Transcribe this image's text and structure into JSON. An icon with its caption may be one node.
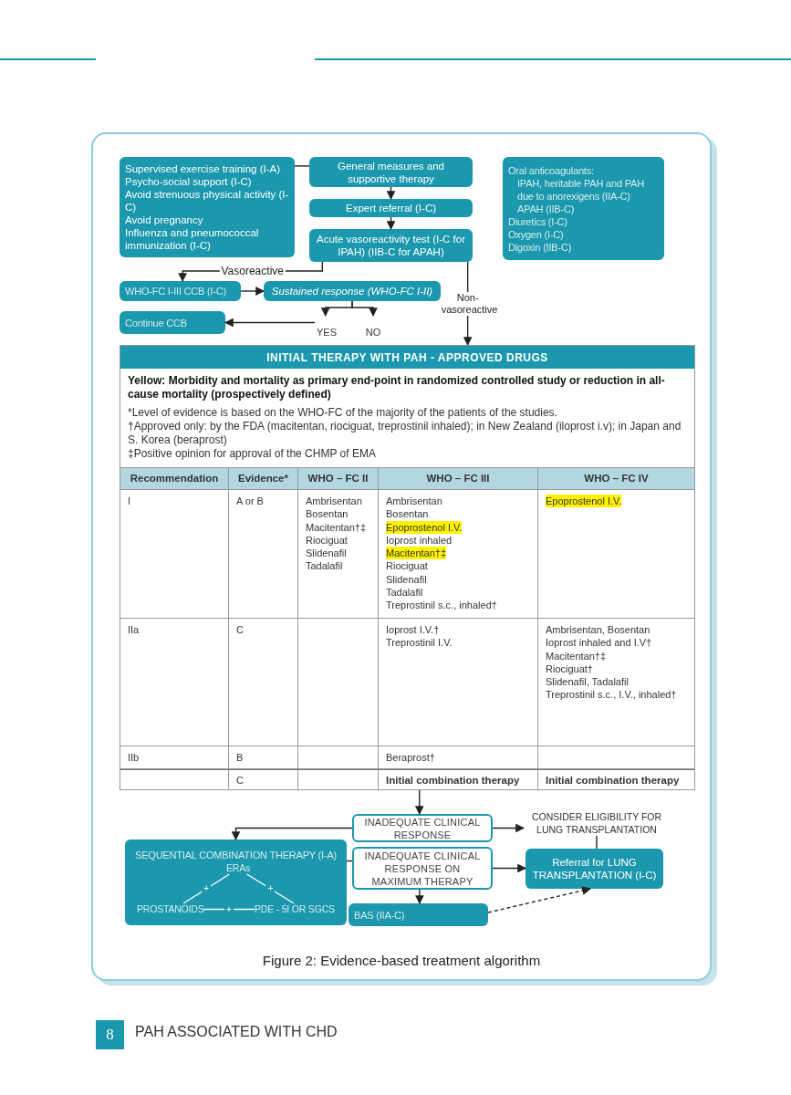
{
  "diagram": {
    "caption": "Figure 2: Evidence-based treatment algorithm",
    "nodes": [
      {
        "text": [
          "Supervised exercise training (I-A)",
          "Psycho-social support (I-C)",
          "Avoid strenuous physical activity (I-C)",
          "Avoid pregnancy",
          "Influenza and pneumococcal immunization (I-C)"
        ]
      },
      {
        "text": [
          "General measures and supportive therapy"
        ]
      },
      {
        "text": [
          "Expert referral (I-C)"
        ]
      },
      {
        "text": [
          "Acute vasoreactivity test (I-C for IPAH) (IIB-C for APAH)"
        ]
      },
      {
        "text": [
          "Oral anticoagulants:",
          "IPAH, heritable PAH and PAH due to anorexigens (IIA-C)",
          "APAH (IIB-C)",
          "Diuretics (I-C)",
          "Oxygen (I-C)",
          "Digoxin (IIB-C)"
        ]
      },
      {
        "text": [
          "WHO-FC I-III CCB (I-C)"
        ]
      },
      {
        "text": [
          "Sustained response (WHO-FC I-II)"
        ]
      },
      {
        "text": [
          "Continue CCB"
        ]
      },
      {
        "text": [
          "YES"
        ]
      },
      {
        "text": [
          "NO"
        ]
      },
      {
        "text": [
          "INITIAL THERAPY WITH PAH - APPROVED DRUGS"
        ]
      },
      {
        "text": [
          "INADEQUATE CLINICAL RESPONSE"
        ]
      },
      {
        "text": [
          "CONSIDER ELIGIBILITY FOR LUNG TRANSPLANTATION"
        ]
      },
      {
        "text": [
          "SEQUENTIAL COMBINATION THERAPY (I-A)"
        ]
      },
      {
        "text": [
          "ERAs"
        ],
        "in": 13
      },
      {
        "text": [
          "PROSTANOIDS"
        ],
        "in": 13
      },
      {
        "text": [
          "PDE - 5I OR SGCS"
        ],
        "in": 13
      },
      {
        "text": [
          "INADEQUATE CLINICAL RESPONSE ON MAXIMUM THERAPY"
        ]
      },
      {
        "text": [
          "Referral for LUNG TRANSPLANTATION (I-C)"
        ]
      },
      {
        "text": [
          "BAS (IIA-C)"
        ]
      }
    ],
    "edges": [
      {
        "from": 0,
        "to": 1,
        "arrow": "none"
      },
      {
        "from": 1,
        "to": 2,
        "arrow": "to"
      },
      {
        "from": 2,
        "to": 3,
        "arrow": "to"
      },
      {
        "from": 3,
        "to": 5,
        "arrow": "to",
        "label": "Vasoreactive"
      },
      {
        "from": 3,
        "to": 10,
        "arrow": "to",
        "label": "Non-vasoreactive"
      },
      {
        "from": 5,
        "to": 6,
        "arrow": "to"
      },
      {
        "from": 6,
        "to": 8,
        "arrow": "to"
      },
      {
        "from": 6,
        "to": 9,
        "arrow": "to"
      },
      {
        "from": 8,
        "to": 7,
        "arrow": "to"
      },
      {
        "from": 10,
        "to": 11,
        "arrow": "to"
      },
      {
        "from": 11,
        "to": 13,
        "arrow": "to"
      },
      {
        "from": 11,
        "to": 12,
        "arrow": "to"
      },
      {
        "from": 12,
        "to": 18,
        "arrow": "none"
      },
      {
        "from": 13,
        "to": 17,
        "arrow": "none"
      },
      {
        "from": 17,
        "to": 18,
        "arrow": "to"
      },
      {
        "from": 17,
        "to": 19,
        "arrow": "to"
      },
      {
        "from": 19,
        "to": 18,
        "arrow": "to",
        "style": "dashed"
      },
      {
        "from": 14,
        "to": 15,
        "arrow": "none",
        "label": "+",
        "color": "#ffffff"
      },
      {
        "from": 14,
        "to": 16,
        "arrow": "none",
        "label": "+",
        "color": "#ffffff"
      },
      {
        "from": 15,
        "to": 16,
        "arrow": "none",
        "label": "+",
        "color": "#ffffff"
      }
    ],
    "labels": [
      "Yellow: Morbidity and mortality as primary end-point in randomized controlled study or reduction in all-cause mortality (prospectively defined)",
      "*Level of evidence is based on the WHO-FC of the majority of the patients of the studies.",
      "†Approved only: by the FDA (macitentan, riociguat, treprostinil inhaled); in New Zealand (iloprost i.v); in Japan and S. Korea (beraprost)",
      "‡Positive opinion for approval of the CHMP of EMA",
      "Recommendation",
      "Evidence*",
      "WHO – FC II",
      "WHO – FC III",
      "WHO – FC IV",
      "I",
      "A or B",
      "Ambrisentan",
      "Bosentan",
      "Macitentan†‡",
      "Riociguat",
      "Slidenafil",
      "Tadalafil",
      "Ambrisentan",
      "Bosentan",
      "Epoprostenol I.V.",
      "Ioprost inhaled",
      "Macitentan†‡",
      "Riociguat",
      "Slidenafil",
      "Tadalafil",
      "Treprostinil s.c., inhaled†",
      "Epoprostenol I.V.",
      "IIa",
      "C",
      "Ioprost I.V.†",
      "Treprostinil I.V.",
      "Ambrisentan, Bosentan",
      "Ioprost inhaled and I.V†",
      "Macitentan†‡",
      "Riociguat†",
      "Slidenafil, Tadalafil",
      "Treprostinil s.c., I.V., inhaled†",
      "IIb",
      "B",
      "Beraprost†",
      "C",
      "Initial combination therapy",
      "Initial combination therapy",
      "8",
      "PAH ASSOCIATED WITH CHD"
    ]
  }
}
